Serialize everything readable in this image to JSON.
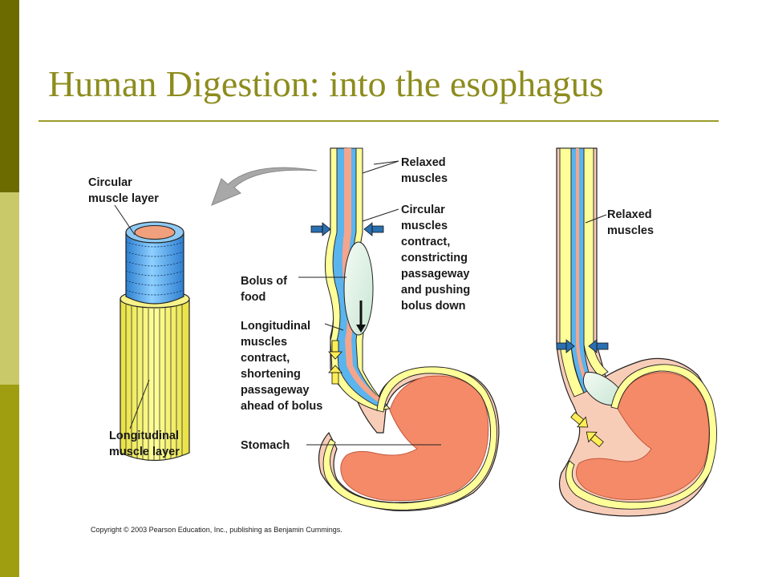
{
  "slide": {
    "title": "Human Digestion: into the esophagus"
  },
  "labels": {
    "circular_layer": [
      "Circular",
      "muscle layer"
    ],
    "longitudinal_layer": [
      "Longitudinal",
      "muscle layer"
    ],
    "relaxed_top": [
      "Relaxed",
      "muscles"
    ],
    "circular_contract": [
      "Circular",
      "muscles",
      "contract,",
      "constricting",
      "passageway",
      "and pushing",
      "bolus down"
    ],
    "bolus": [
      "Bolus of",
      "food"
    ],
    "longitudinal_contract": [
      "Longitudinal",
      "muscles",
      "contract,",
      "shortening",
      "passageway",
      "ahead of bolus"
    ],
    "stomach": [
      "Stomach"
    ],
    "relaxed_right": [
      "Relaxed",
      "muscles"
    ]
  },
  "copyright": "Copyright © 2003 Pearson Education, Inc., publishing as Benjamin Cummings.",
  "colors": {
    "accent_title": "#8d8c1e",
    "muscle_yellow": "#ffff99",
    "lumen_blue": "#5ab4ee",
    "tissue_pink": "#f5b8a0",
    "stomach_orange": "#f48a68",
    "arrow_blue": "#2a6fb0",
    "arrow_yellow": "#ffee55"
  },
  "icons": {
    "curved_arrow": "curved-arrow-icon",
    "down_arrow": "down-arrow-icon"
  }
}
